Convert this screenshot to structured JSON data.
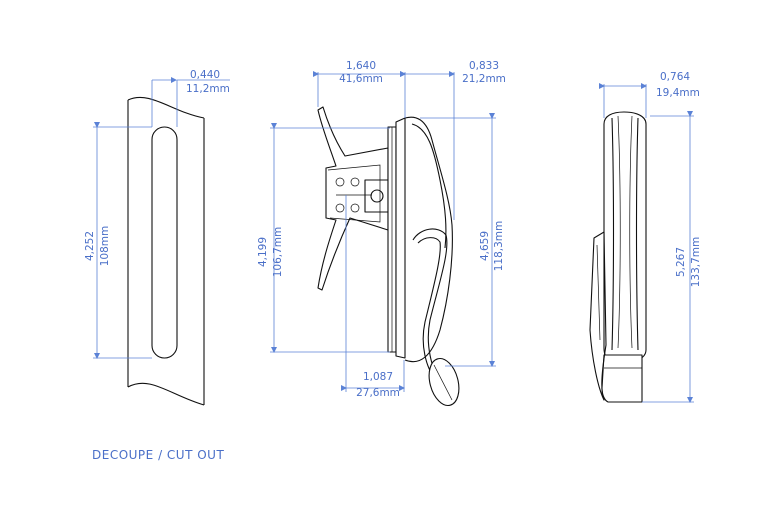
{
  "drawing": {
    "caption": "DECOUPE / CUT OUT",
    "cutout": {
      "width_in": "0,440",
      "width_mm": "11,2mm",
      "height_in": "4,252",
      "height_mm": "108mm"
    },
    "side": {
      "depth_in": "1,640",
      "depth_mm": "41,6mm",
      "handle_depth_in": "0,833",
      "handle_depth_mm": "21,2mm",
      "plate_height_in": "4,199",
      "plate_height_mm": "106,7mm",
      "handle_height_in": "4,659",
      "handle_height_mm": "118,3mm",
      "bottom_in": "1,087",
      "bottom_mm": "27,6mm"
    },
    "front": {
      "width_in": "0,764",
      "width_mm": "19,4mm",
      "height_in": "5,267",
      "height_mm": "133,7mm"
    }
  }
}
